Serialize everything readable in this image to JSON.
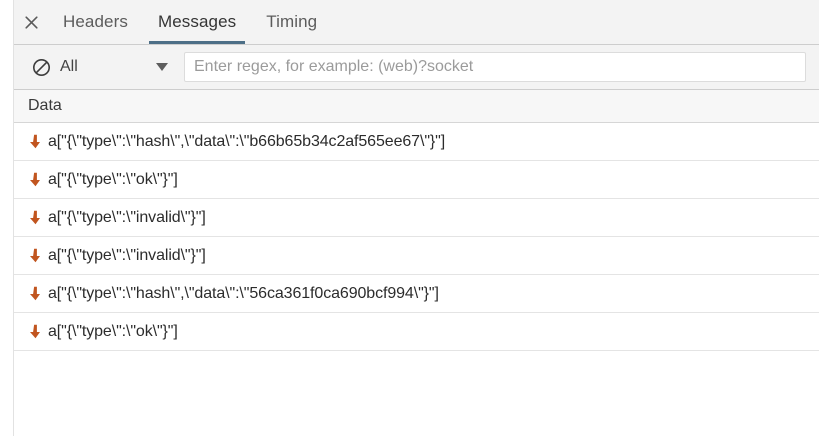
{
  "panel": {
    "tabs": [
      {
        "label": "Headers",
        "active": false
      },
      {
        "label": "Messages",
        "active": true
      },
      {
        "label": "Timing",
        "active": false
      }
    ],
    "close_icon": "close-icon",
    "accent_color": "#4d6f87"
  },
  "filter_bar": {
    "clear_icon": "block-clear-icon",
    "type_filter": {
      "selected": "All",
      "caret_icon": "chevron-down-icon"
    },
    "regex_input": {
      "value": "",
      "placeholder": "Enter regex, for example: (web)?socket"
    }
  },
  "table": {
    "columns": [
      "Data"
    ],
    "direction_icon": "arrow-down-icon",
    "direction_icon_color": "#c1551f",
    "rows": [
      {
        "direction": "incoming",
        "data": "a[\"{\\\"type\\\":\\\"hash\\\",\\\"data\\\":\\\"b66b65b34c2af565ee67\\\"}\"]"
      },
      {
        "direction": "incoming",
        "data": "a[\"{\\\"type\\\":\\\"ok\\\"}\"]"
      },
      {
        "direction": "incoming",
        "data": "a[\"{\\\"type\\\":\\\"invalid\\\"}\"]"
      },
      {
        "direction": "incoming",
        "data": "a[\"{\\\"type\\\":\\\"invalid\\\"}\"]"
      },
      {
        "direction": "incoming",
        "data": "a[\"{\\\"type\\\":\\\"hash\\\",\\\"data\\\":\\\"56ca361f0ca690bcf994\\\"}\"]"
      },
      {
        "direction": "incoming",
        "data": "a[\"{\\\"type\\\":\\\"ok\\\"}\"]"
      }
    ]
  }
}
